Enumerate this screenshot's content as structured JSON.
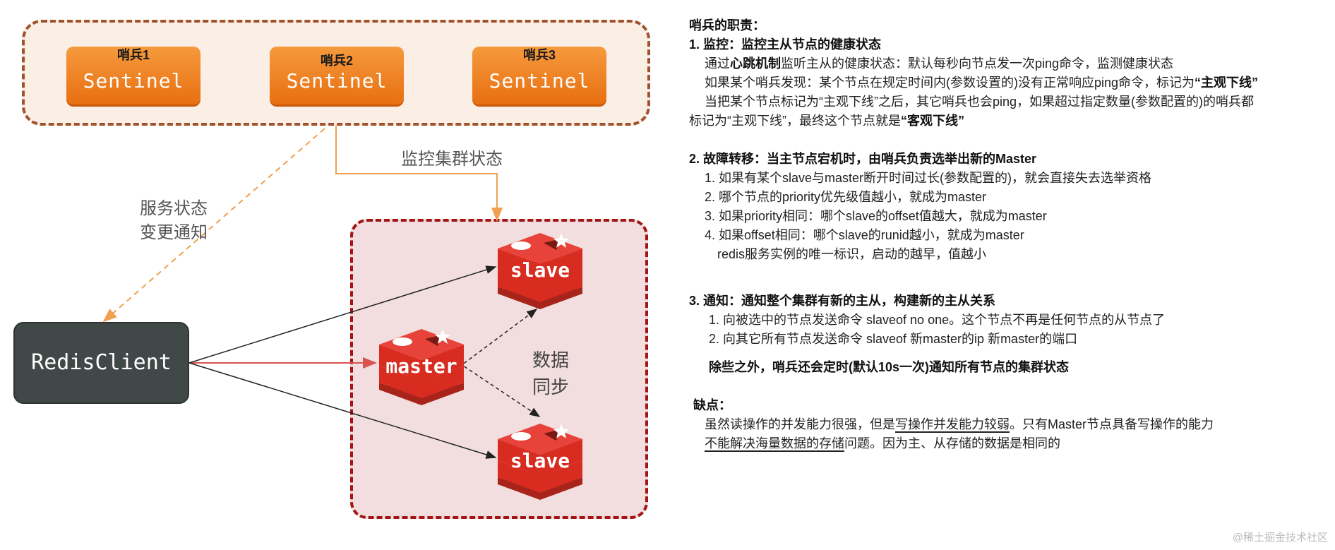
{
  "diagram": {
    "sentinels": [
      {
        "name": "哨兵1",
        "type": "Sentinel"
      },
      {
        "name": "哨兵2",
        "type": "Sentinel"
      },
      {
        "name": "哨兵3",
        "type": "Sentinel"
      }
    ],
    "monitor_label": "监控集群状态",
    "notify_label_1": "服务状态",
    "notify_label_2": "变更通知",
    "client_label": "RedisClient",
    "master_label": "master",
    "slave_label": "slave",
    "sync_label_1": "数据",
    "sync_label_2": "同步",
    "colors": {
      "sentinel": "#ee7d1f",
      "redis": "#d82c20",
      "client": "#414848",
      "cluster_border": "#a31515",
      "sentinel_border": "#a0522d"
    }
  },
  "panel": {
    "title": "哨兵的职责：",
    "s1_title": "1. 监控：监控主从节点的健康状态",
    "s1_l1_a": "通过",
    "s1_l1_b": "心跳机制",
    "s1_l1_c": "监听主从的健康状态：默认每秒向节点发一次ping命令，监测健康状态",
    "s1_l2_a": "如果某个哨兵发现：某个节点在规定时间内(参数设置的)没有正常响应ping命令，标记为",
    "s1_l2_b": "“主观下线”",
    "s1_l3": "当把某个节点标记为“主观下线”之后，其它哨兵也会ping，如果超过指定数量(参数配置的)的哨兵都",
    "s1_l4_a": "标记为“主观下线”，最终这个节点就是",
    "s1_l4_b": "“客观下线”",
    "s2_title": "2. 故障转移：当主节点宕机时，由哨兵负责选举出新的Master",
    "s2_items": [
      "1. 如果有某个slave与master断开时间过长(参数配置的)，就会直接失去选举资格",
      "2. 哪个节点的priority优先级值越小，就成为master",
      "3. 如果priority相同：哪个slave的offset值越大，就成为master",
      "4. 如果offset相同：哪个slave的runid越小，就成为master"
    ],
    "s2_note": "redis服务实例的唯一标识，启动的越早，值越小",
    "s3_title": "3. 通知：通知整个集群有新的主从，构建新的主从关系",
    "s3_items": [
      "1. 向被选中的节点发送命令 slaveof no one。这个节点不再是任何节点的从节点了",
      "2. 向其它所有节点发送命令 slaveof 新master的ip 新master的端口"
    ],
    "s3_extra": "除些之外，哨兵还会定时(默认10s一次)通知所有节点的集群状态",
    "cons_title": "缺点：",
    "cons_l1_a": "虽然读操作的并发能力很强，但是",
    "cons_l1_b": "写操作并发能力较弱",
    "cons_l1_c": "。只有Master节点具备写操作的能力",
    "cons_l2_a": "不能解决海量数据的存储",
    "cons_l2_b": "问题。因为主、从存储的数据是相同的"
  },
  "watermark": "@稀土掘金技术社区"
}
